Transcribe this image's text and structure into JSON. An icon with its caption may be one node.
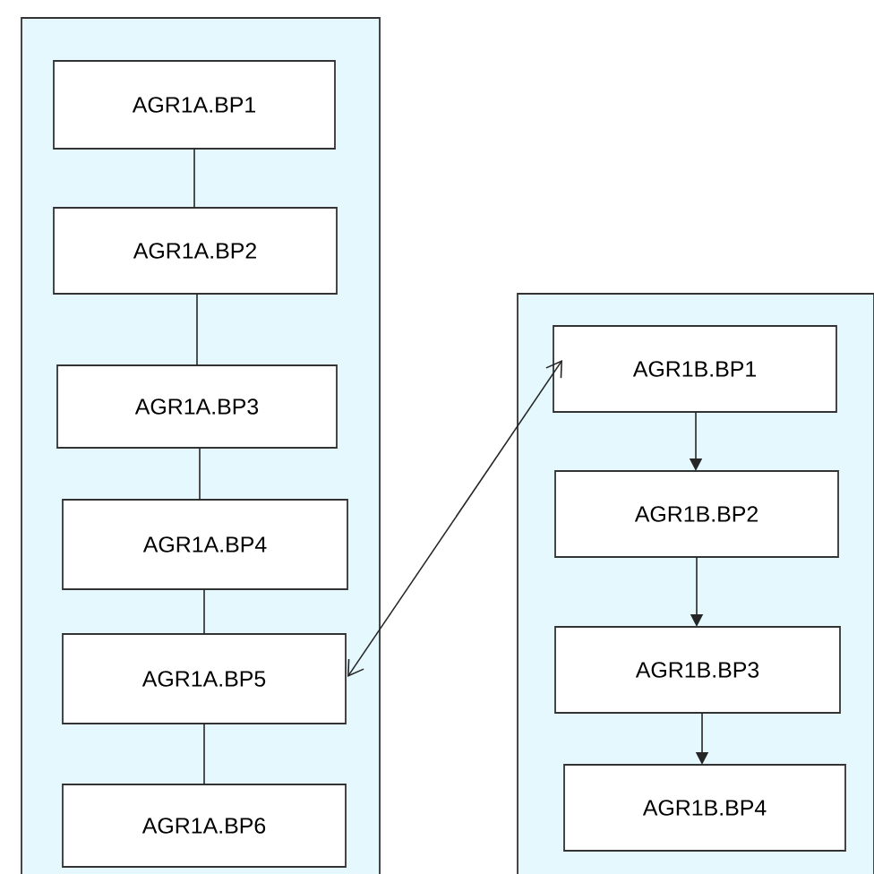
{
  "diagram": {
    "nodes": [
      {
        "text": [],
        "shape": "box"
      },
      {
        "text": [
          "AGR1A.BP1"
        ],
        "in": 0
      },
      {
        "text": [
          "AGR1A.BP2"
        ],
        "in": 0
      },
      {
        "text": [
          "AGR1A.BP3"
        ],
        "in": 0
      },
      {
        "text": [
          "AGR1A.BP4"
        ],
        "in": 0
      },
      {
        "text": [
          "AGR1A.BP5"
        ],
        "in": 0
      },
      {
        "text": [
          "AGR1A.BP6"
        ],
        "in": 0
      },
      {
        "text": [],
        "shape": "box"
      },
      {
        "text": [
          "AGR1B.BP1"
        ],
        "in": 7
      },
      {
        "text": [
          "AGR1B.BP2"
        ],
        "in": 7
      },
      {
        "text": [
          "AGR1B.BP3"
        ],
        "in": 7
      },
      {
        "text": [
          "AGR1B.BP4"
        ],
        "in": 7
      }
    ],
    "edges": [
      {
        "from": 1,
        "to": 2,
        "arrow": "none"
      },
      {
        "from": 2,
        "to": 3,
        "arrow": "none"
      },
      {
        "from": 3,
        "to": 4,
        "arrow": "none"
      },
      {
        "from": 4,
        "to": 5,
        "arrow": "none"
      },
      {
        "from": 5,
        "to": 6,
        "arrow": "none"
      },
      {
        "from": 5,
        "to": 8,
        "arrow": "both"
      },
      {
        "from": 8,
        "to": 9,
        "arrow": "to"
      },
      {
        "from": 9,
        "to": 10,
        "arrow": "to"
      },
      {
        "from": 10,
        "to": 11,
        "arrow": "to"
      }
    ]
  }
}
